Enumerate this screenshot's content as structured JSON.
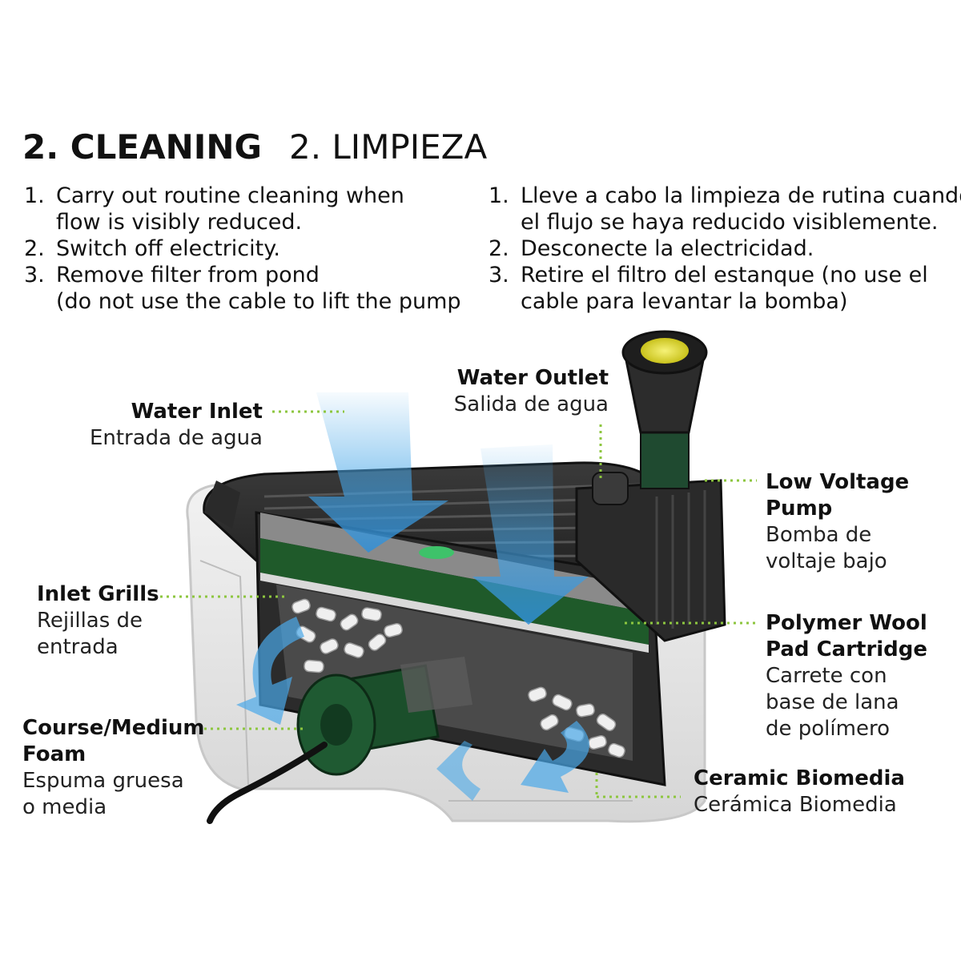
{
  "heading": {
    "english": "2. CLEANING",
    "spanish": "2. LIMPIEZA"
  },
  "steps_english": [
    {
      "num": "1.",
      "lines": [
        "Carry out routine cleaning when",
        "flow is visibly reduced."
      ]
    },
    {
      "num": "2.",
      "lines": [
        "Switch off electricity."
      ]
    },
    {
      "num": "3.",
      "lines": [
        "Remove filter from pond",
        "(do not use the cable to lift the pump"
      ]
    }
  ],
  "steps_spanish": [
    {
      "num": "1.",
      "lines": [
        "Lleve a cabo la limpieza de rutina cuando",
        "el flujo se haya reducido visiblemente."
      ]
    },
    {
      "num": "2.",
      "lines": [
        "Desconecte la electricidad."
      ]
    },
    {
      "num": "3.",
      "lines": [
        "Retire el filtro del estanque (no use el",
        "cable para levantar la bomba)"
      ]
    }
  ],
  "labels": {
    "water_inlet": {
      "en": "Water Inlet",
      "es": "Entrada de agua"
    },
    "water_outlet": {
      "en": "Water Outlet",
      "es": "Salida de agua"
    },
    "low_voltage_pump": {
      "en": [
        "Low Voltage",
        "Pump"
      ],
      "es": [
        "Bomba de",
        "voltaje bajo"
      ]
    },
    "inlet_grills": {
      "en": "Inlet Grills",
      "es": [
        "Rejillas de",
        "entrada"
      ]
    },
    "polymer_wool": {
      "en": [
        "Polymer Wool",
        "Pad Cartridge"
      ],
      "es": [
        "Carrete con",
        "base de lana",
        "de polímero"
      ]
    },
    "course_foam": {
      "en": [
        "Course/Medium",
        "Foam"
      ],
      "es": [
        "Espuma gruesa",
        "o media"
      ]
    },
    "ceramic_biomedia": {
      "en": "Ceramic Biomedia",
      "es": "Cerámica Biomedia"
    }
  },
  "colors": {
    "leader_line": "#8dc63f",
    "water_arrow": "#4aa8e8",
    "housing_dark": "#2b2b2b",
    "filter_green": "#1f5a2a",
    "lamp_yellow": "#e8e23a"
  }
}
